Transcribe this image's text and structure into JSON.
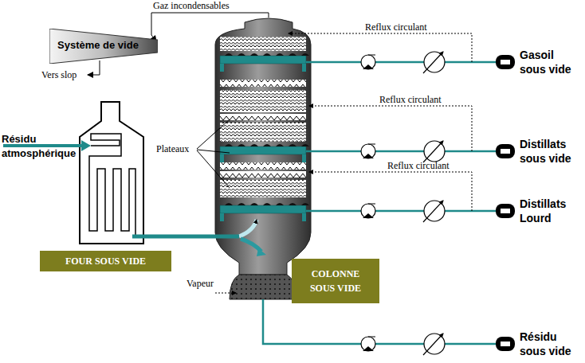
{
  "diagram": {
    "nodes": [
      {
        "text": [
          "Système de vide"
        ]
      },
      {
        "text": [
          "FOUR SOUS VIDE"
        ]
      },
      {
        "text": [
          "COLONNE SOUS VIDE"
        ]
      }
    ],
    "labels": [
      "Gaz incondensables",
      "Vers slop",
      "Reflux circulant",
      "Reflux circulant",
      "Reflux circulant",
      "Gasoil sous vide",
      "Distillats sous vide",
      "Distillats Lourd",
      "Résidu sous vide",
      "Résidu atmosphérique",
      "Plateaux",
      "Vapeur"
    ]
  }
}
